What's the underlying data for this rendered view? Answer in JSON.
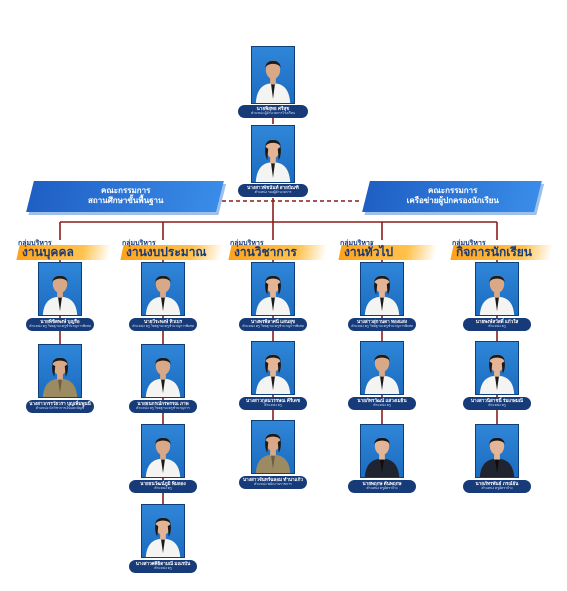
{
  "committees": {
    "left": {
      "line1": "คณะกรรมการ",
      "line2": "สถานศึกษาขั้นพื้นฐาน"
    },
    "right": {
      "line1": "คณะกรรมการ",
      "line2": "เครือข่ายผู้ปกครองนักเรียน"
    }
  },
  "top": [
    {
      "name": "นายพิสุทธ ศรีสุข",
      "position": "ตำแหน่ง ผู้อำนวยการโรงเรียน"
    },
    {
      "name": "นางสาวพัชนันท์ สายบัณฑิ",
      "position": "ตำแหน่ง รองผู้อำนวยการ"
    }
  ],
  "groups": [
    {
      "prefix": "กลุ่มบริหาร",
      "title": "งานบุคคล",
      "members": [
        {
          "name": "นายพิชิตพงษ์ บุญรือ",
          "position": "ตำแหน่ง ครู วิทยฐานะครูชำนาญการพิเศษ"
        },
        {
          "name": "นางสาวกรรวัยวรา บุญเพิ่มพูนนี",
          "position": "ตำแหน่ง นักวิชาการเงินและบัญชี"
        }
      ]
    },
    {
      "prefix": "กลุ่มบริหาร",
      "title": "งานงบประมาณ",
      "members": [
        {
          "name": "นายวีระพงษ์ ทิวเบร",
          "position": "ตำแหน่ง ครู วิทยฐานะครูชำนาญการพิเศษ"
        },
        {
          "name": "นายธนกรณ์กรพรรณ ภาพ",
          "position": "ตำแหน่ง ครู วิทยฐานะครูชำนาญการ"
        },
        {
          "name": "นายธนวัฒน์ภูมิ พิมลอง",
          "position": "ตำแหน่ง ครู"
        },
        {
          "name": "นางสาวศศิธิดามณี มณรบัน",
          "position": "ตำแหน่ง ครู"
        }
      ]
    },
    {
      "prefix": "กลุ่มบริหาร",
      "title": "งานวิชาการ",
      "members": [
        {
          "name": "นางพรพิลาศนี แสนสุข",
          "position": "ตำแหน่ง ครู วิทยฐานะครูชำนาญการพิเศษ"
        },
        {
          "name": "นางสาวกุลนวรรษณ คีรีเดช",
          "position": "ตำแหน่ง ครู"
        },
        {
          "name": "นางสาวจันทร์ฉลอม ทำนาแก้ว",
          "position": "ตำแหน่ง พนักงานราชการ"
        }
      ]
    },
    {
      "prefix": "กลุ่มบริหาร",
      "title": "งานทั่วไป",
      "members": [
        {
          "name": "นางสาวสุกานดา ทองแสง",
          "position": "ตำแหน่ง ครู วิทยฐานะครูชำนาญการพิเศษ"
        },
        {
          "name": "นายภัทรวัฒน์ แสวงเมธิน",
          "position": "ตำแหน่ง ครู"
        },
        {
          "name": "นายพฤกษ ต้นพฤกษ",
          "position": "ตำแหน่ง ครูอัตราจ้าง"
        }
      ]
    },
    {
      "prefix": "กลุ่มบริหาร",
      "title": "กิจการนักเรียน",
      "members": [
        {
          "name": "นายพงษ์สวัสดิ์ แก้วใส",
          "position": "ตำแหน่ง ครู"
        },
        {
          "name": "นางสาวนิสาชนิ์ ร่มเกษมณี",
          "position": "ตำแหน่ง ครู"
        },
        {
          "name": "นายภัทรพันธ์ ภรณ์ธัน",
          "position": "ตำแหน่ง ครูอัตราจ้าง"
        }
      ]
    }
  ],
  "colors": {
    "connector": "#8b1c1c",
    "photo_bg": "#2f86d8",
    "name_bar": "#173a78",
    "group_band": "#ffa21a",
    "committee_band": "#1f5fc4"
  }
}
